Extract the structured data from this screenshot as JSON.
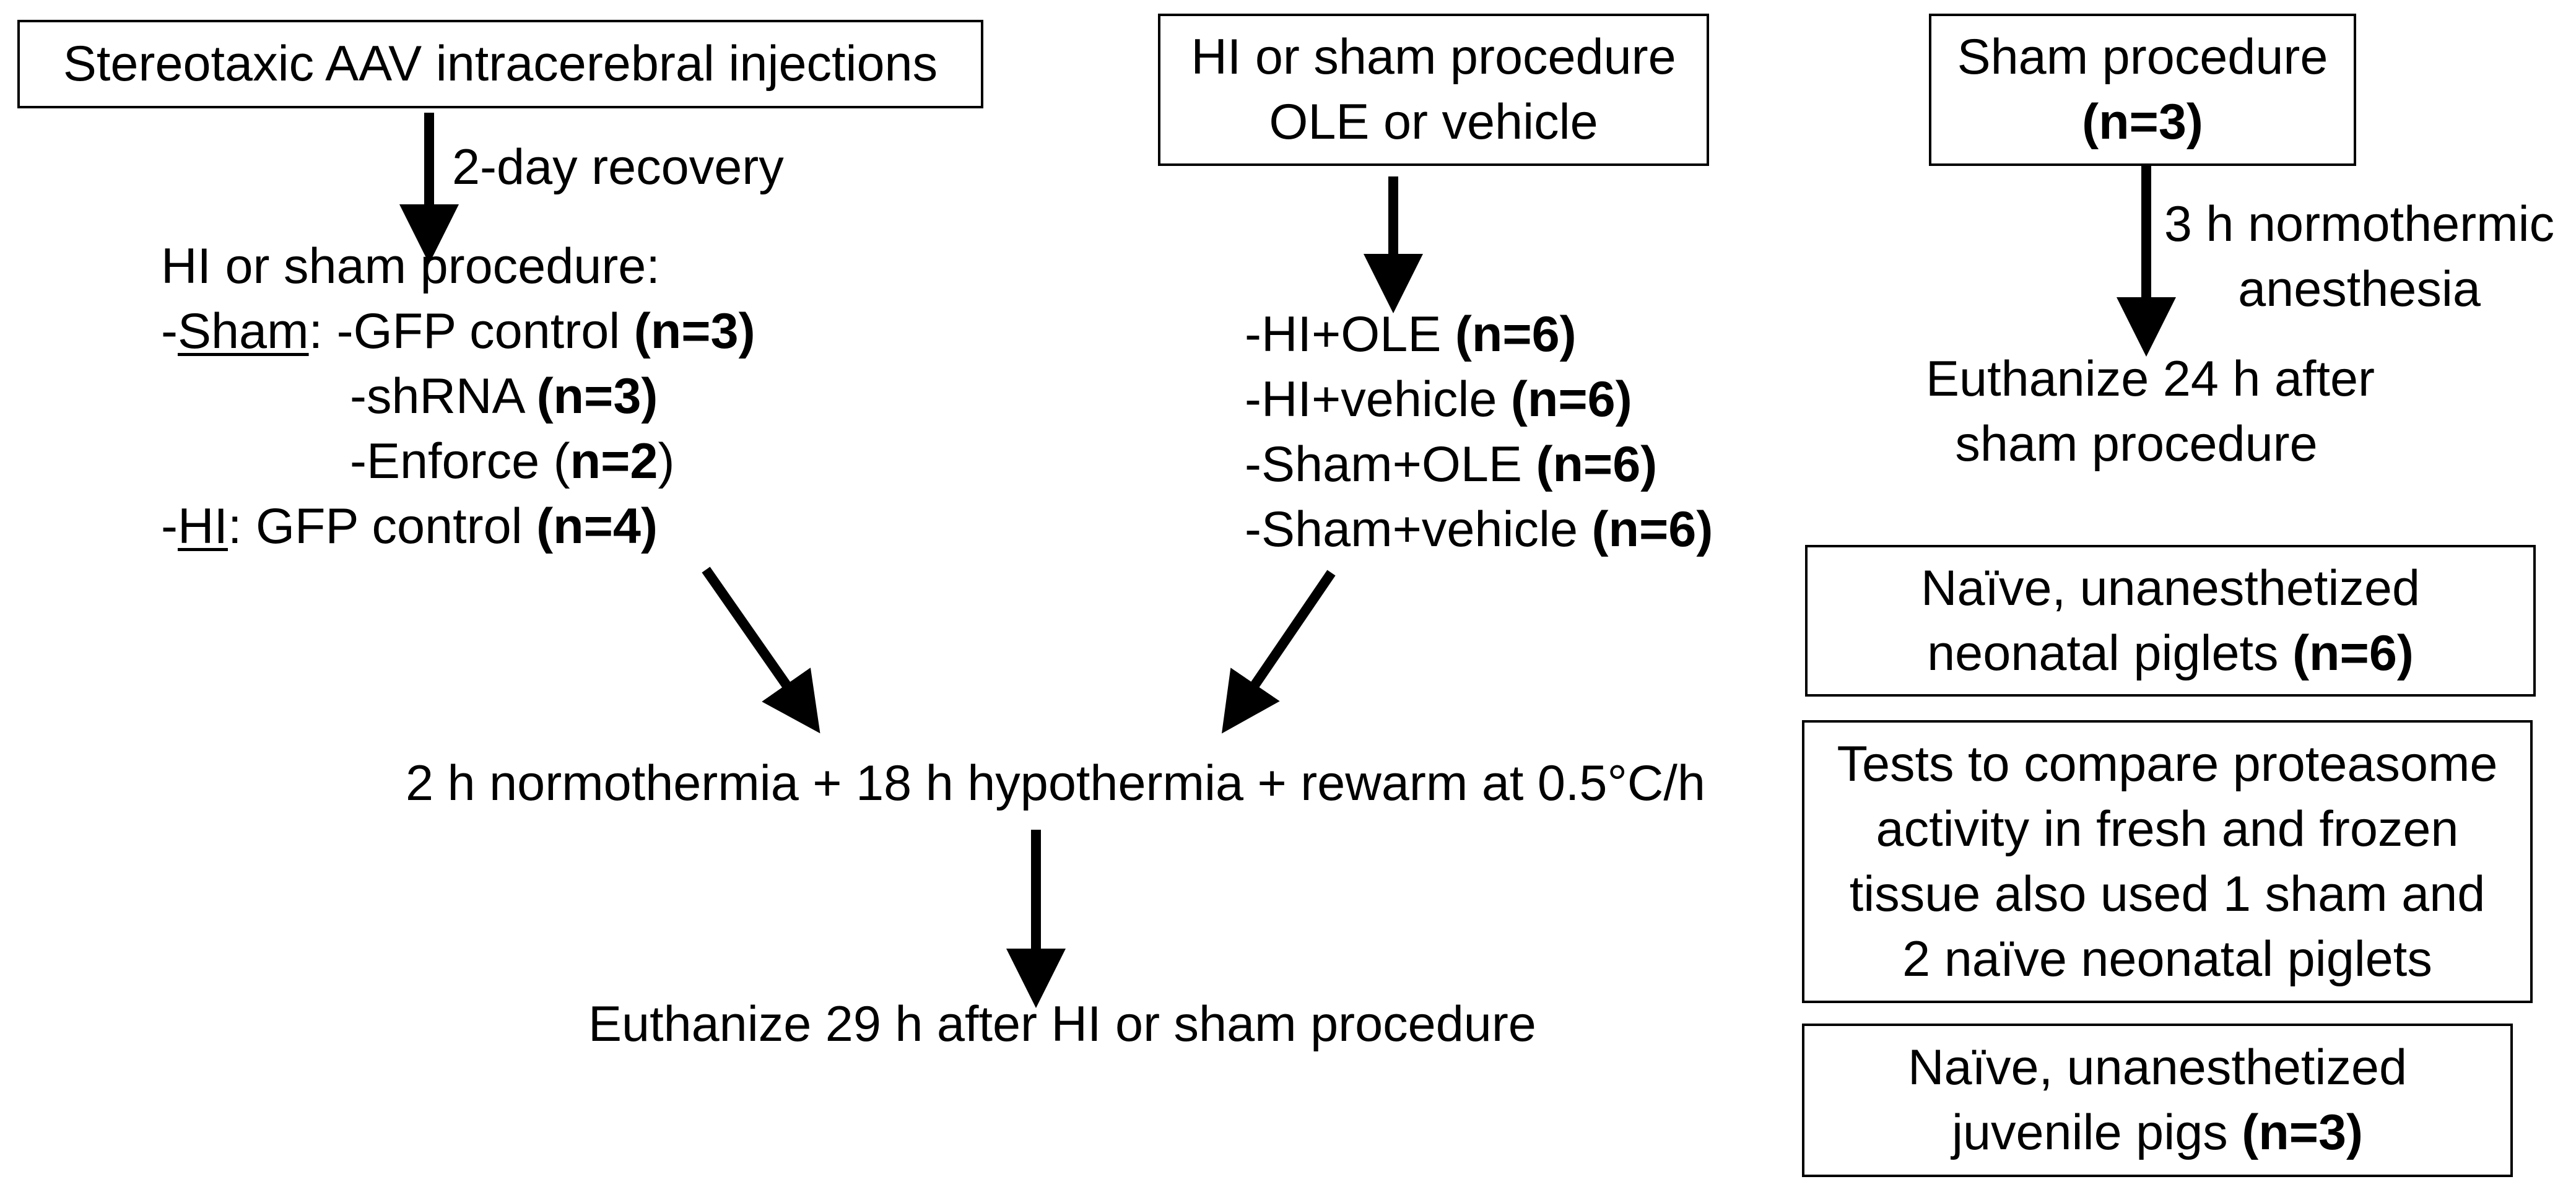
{
  "left_column": {
    "injection_box": "Stereotaxic AAV intracerebral injections",
    "recovery_label": "2-day recovery",
    "group_heading": "HI or sham procedure:",
    "sham_prefix": "-",
    "sham_label": "Sham",
    "sham_colon": ": ",
    "sham_groups": [
      {
        "label": "-GFP control ",
        "n": "(n=3)"
      },
      {
        "label": "-shRNA ",
        "n": "(n=3)"
      },
      {
        "label": "-Enforce (",
        "n": "n=2",
        "suffix": ")"
      }
    ],
    "hi_prefix": "-",
    "hi_label": "HI",
    "hi_colon": ": GFP control ",
    "hi_n": "(n=4)"
  },
  "middle_column": {
    "box_line1": "HI or sham procedure",
    "box_line2": "OLE or vehicle",
    "groups": [
      {
        "label": "-HI+OLE ",
        "n": "(n=6)"
      },
      {
        "label": "-HI+vehicle ",
        "n": "(n=6)"
      },
      {
        "label": "-Sham+OLE ",
        "n": "(n=6)"
      },
      {
        "label": "-Sham+vehicle ",
        "n": "(n=6)"
      }
    ]
  },
  "shared": {
    "temperature_protocol": "2 h normothermia + 18 h hypothermia + rewarm at 0.5°C/h",
    "euthanize": "Euthanize 29 h after HI or sham procedure"
  },
  "right_column": {
    "sham_box_line1": "Sham procedure",
    "sham_box_n": "(n=3)",
    "anesthesia_line1": "3 h normothermic",
    "anesthesia_line2": "anesthesia",
    "euthanize_line1": "Euthanize 24 h after",
    "euthanize_line2": "sham procedure",
    "naive_neonatal_line1": "Naïve, unanesthetized",
    "naive_neonatal_line2": "neonatal piglets ",
    "naive_neonatal_n": "(n=6)",
    "tests_lines": [
      "Tests to compare proteasome",
      "activity in fresh and frozen",
      "tissue also used 1 sham and",
      "2 naïve neonatal piglets"
    ],
    "naive_juvenile_line1": "Naïve, unanesthetized",
    "naive_juvenile_line2": "juvenile pigs ",
    "naive_juvenile_n": "(n=3)"
  }
}
